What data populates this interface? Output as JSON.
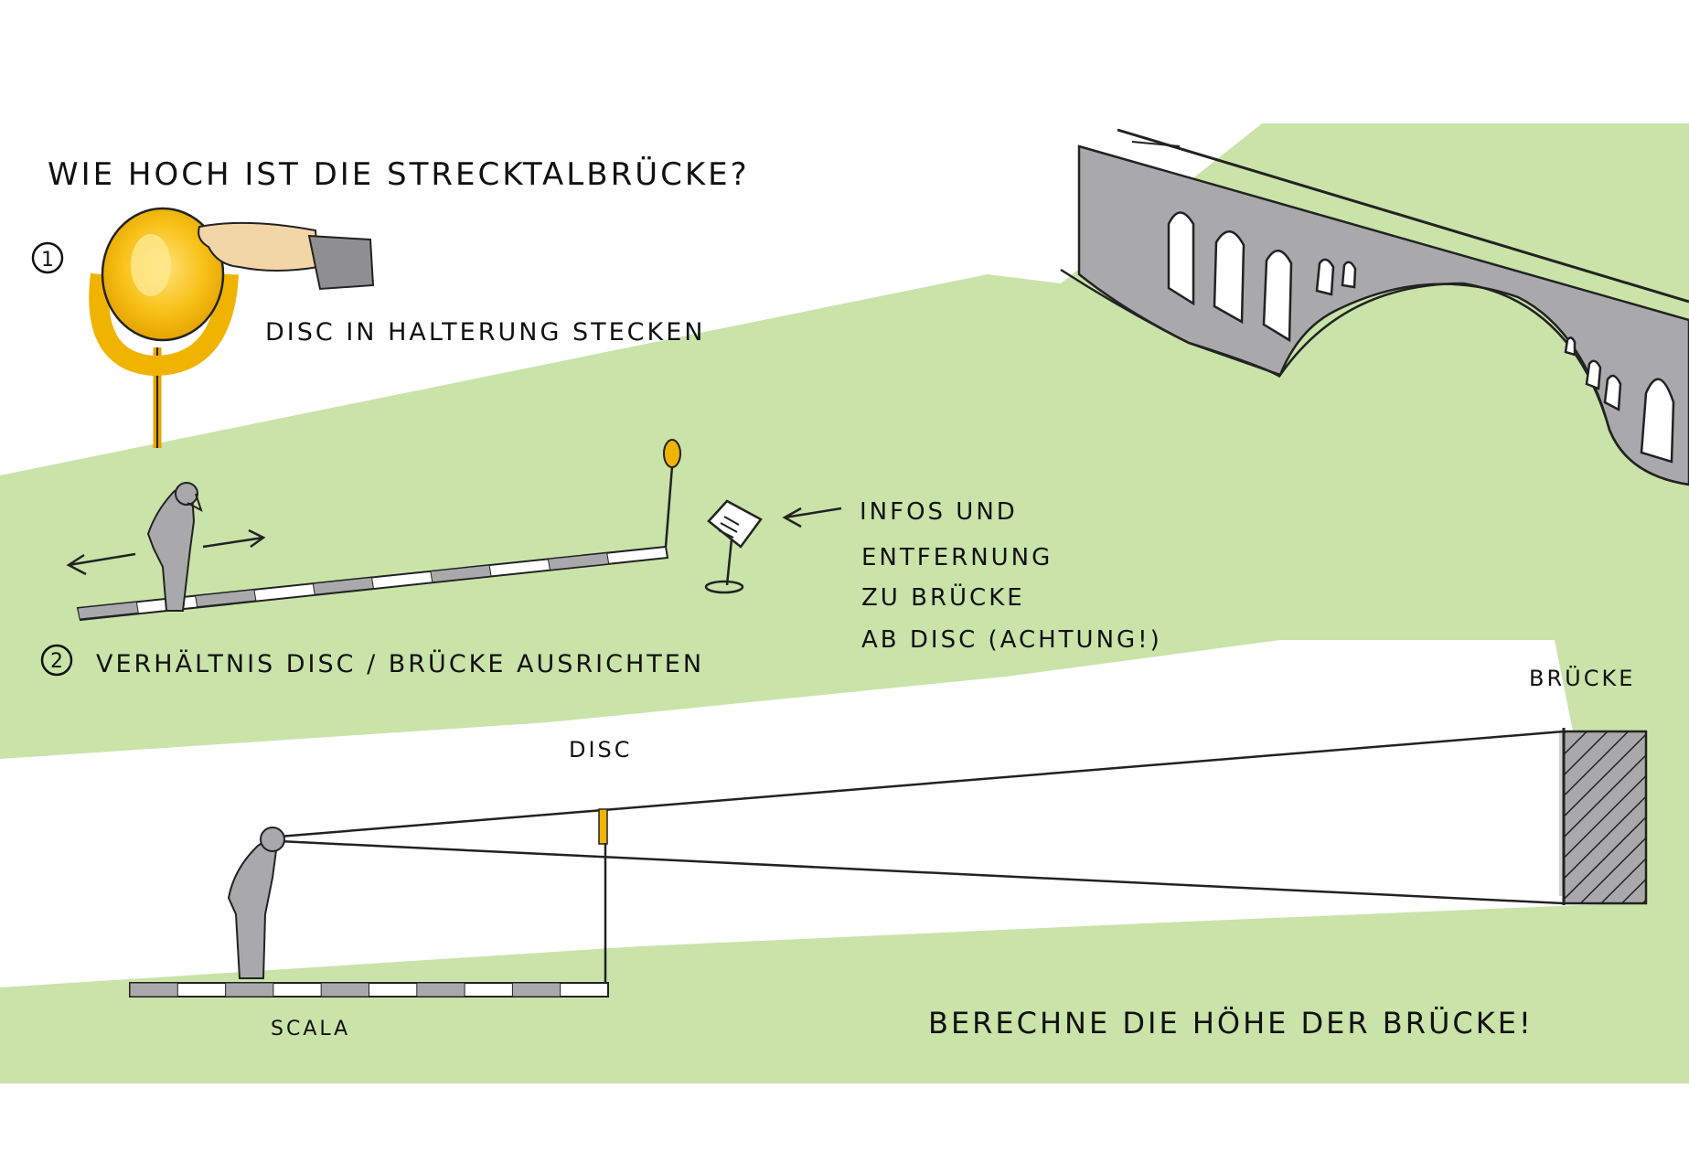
{
  "colors": {
    "green": "#c9e3a9",
    "gray": "#a9a9ab",
    "gray_light": "#d2d2d4",
    "gold": "#f0b400",
    "gold_light": "#ffd24a",
    "skin": "#f3d6a8",
    "ink": "#111111"
  },
  "title": "WIE HOCH IST DIE STRECKTALBRÜCKE?",
  "step1": {
    "number": "1",
    "label": "DISC IN HALTERUNG STECKEN"
  },
  "step2": {
    "number": "2",
    "label": "VERHÄLTNIS DISC / BRÜCKE AUSRICHTEN"
  },
  "info_note": {
    "line1": "INFOS UND",
    "line2": "ENTFERNUNG",
    "line3": "ZU BRÜCKE",
    "line4": "AB DISC (ACHTUNG!)"
  },
  "diagram": {
    "disc_label": "DISC",
    "bridge_label": "BRÜCKE",
    "scale_label": "SCALA",
    "calc_text": "BERECHNE DIE HÖHE DER BRÜCKE!"
  }
}
